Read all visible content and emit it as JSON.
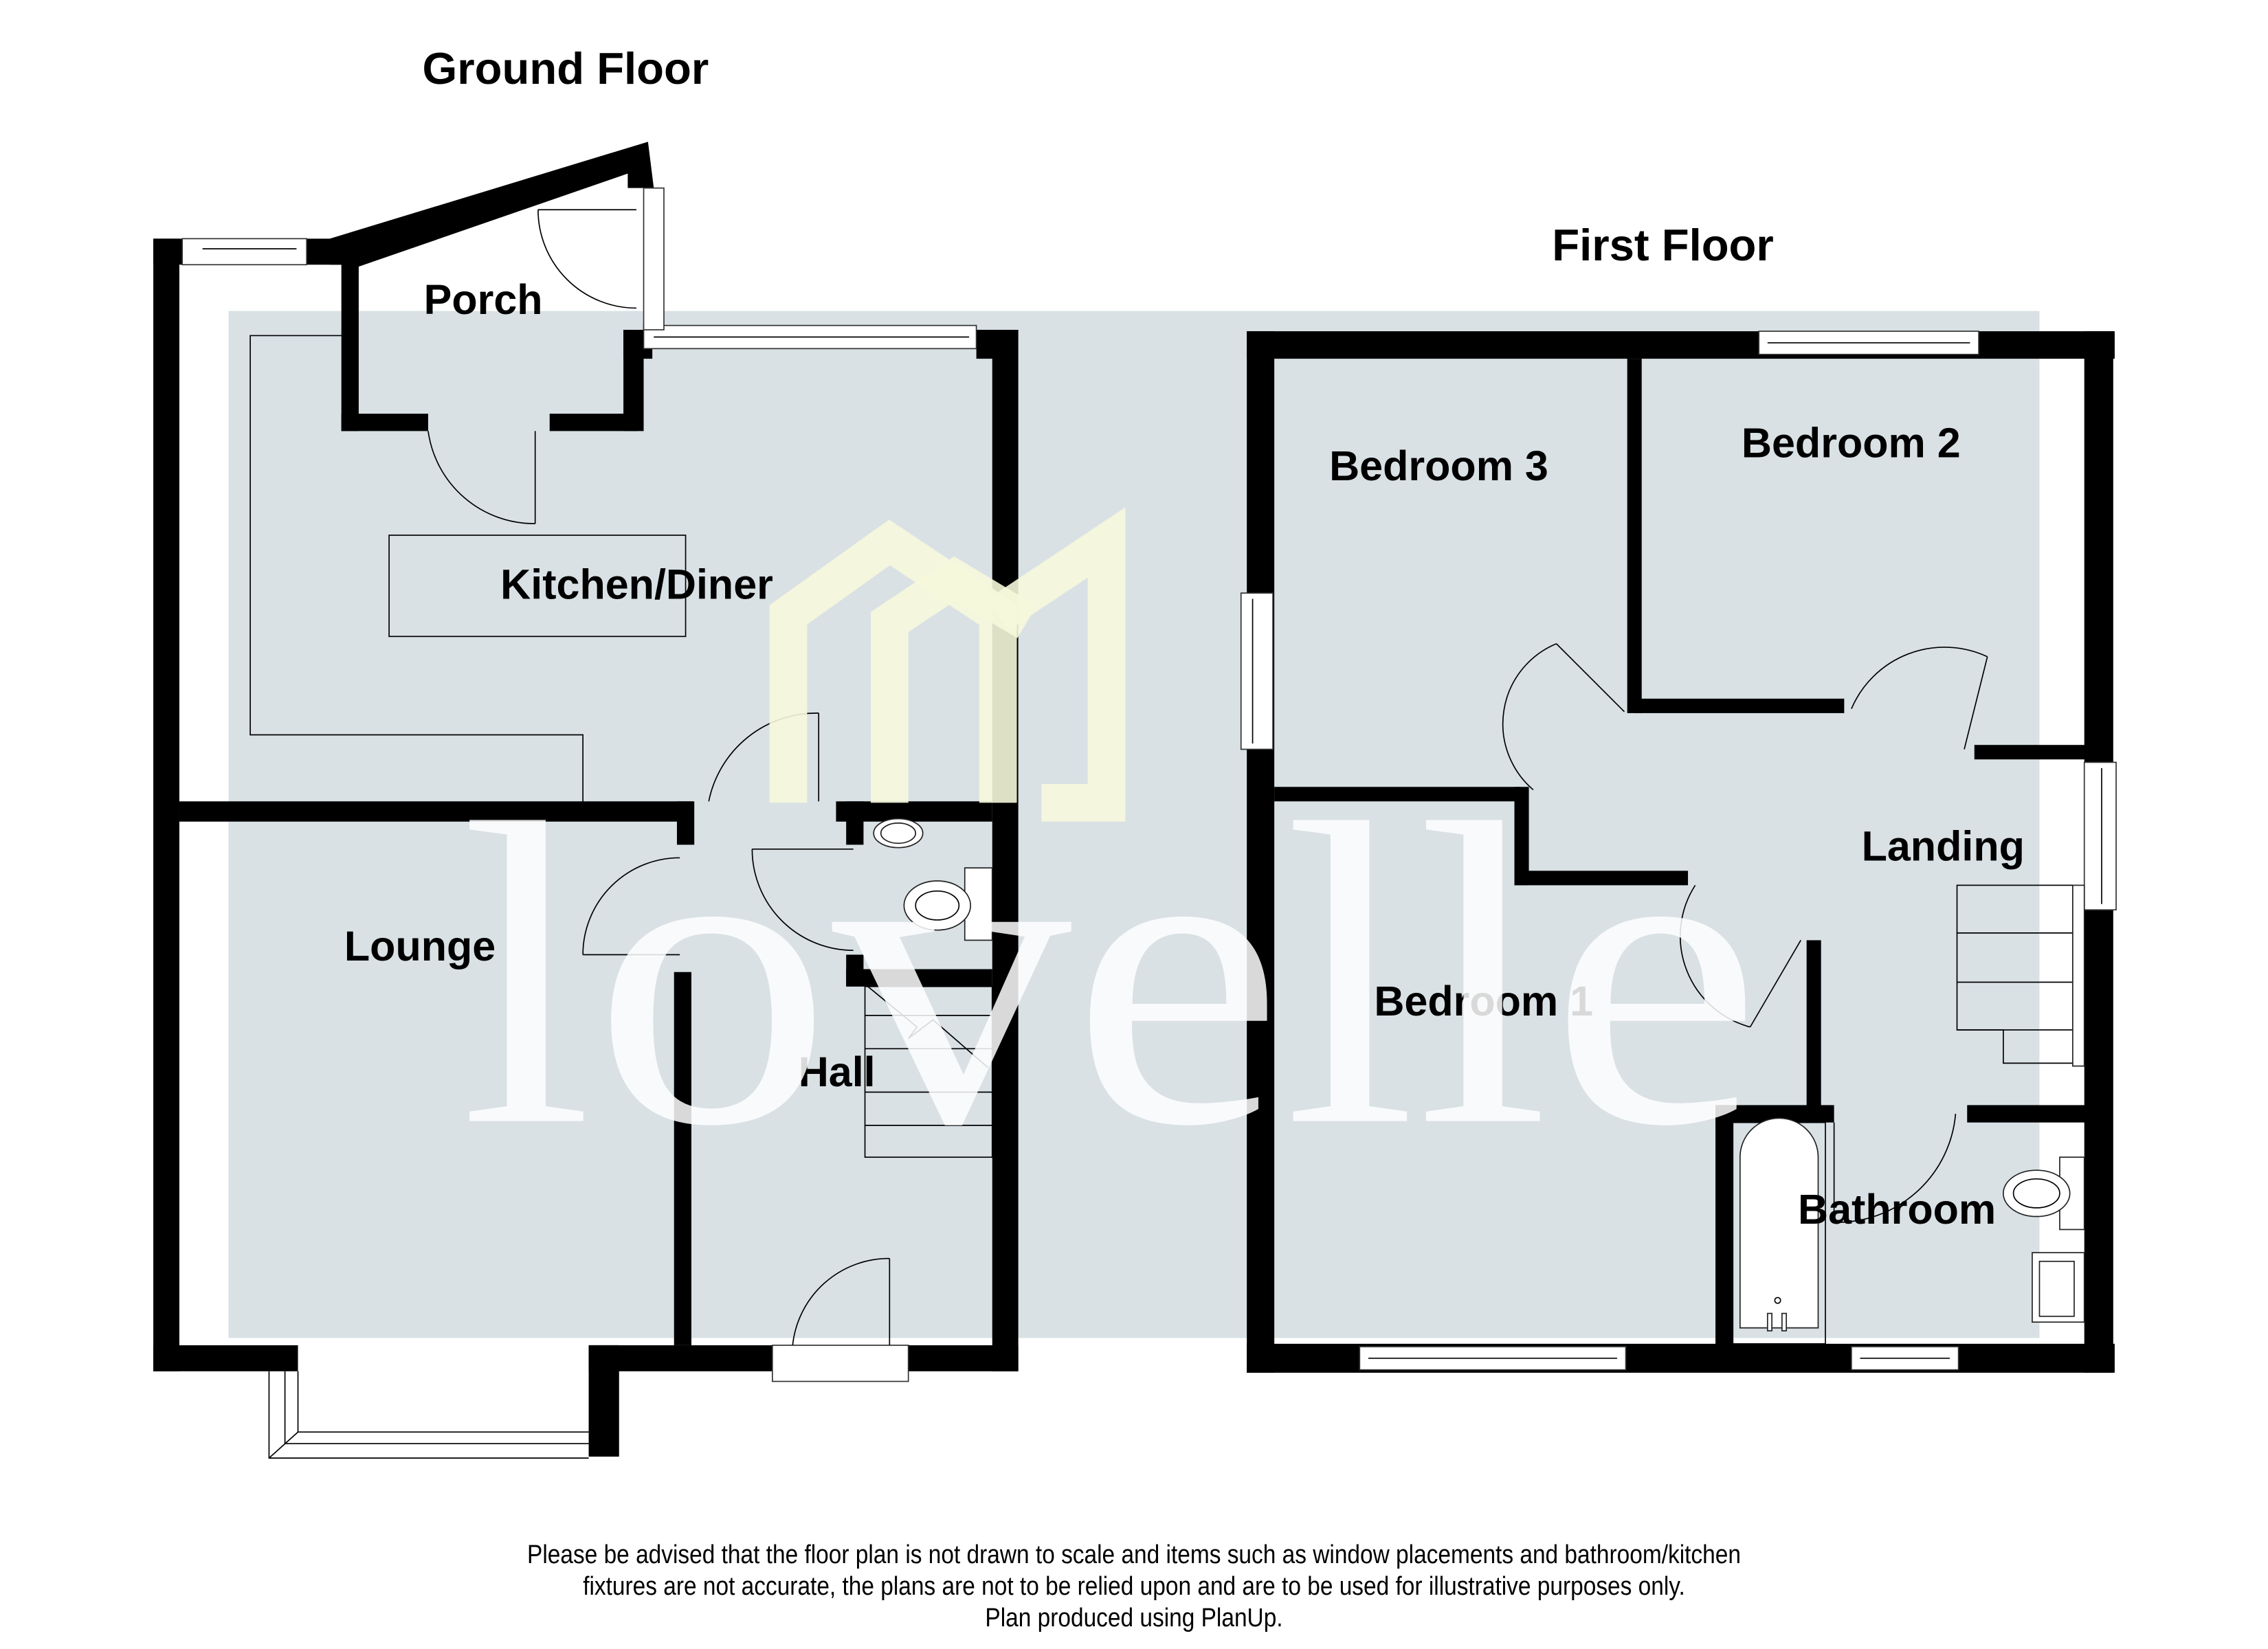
{
  "floors": [
    {
      "title": "Ground Floor",
      "rooms": [
        "Porch",
        "Kitchen/Diner",
        "Lounge",
        "Hall"
      ]
    },
    {
      "title": "First Floor",
      "rooms": [
        "Bedroom 3",
        "Bedroom 2",
        "Landing",
        "Bedroom 1",
        "Bathroom"
      ]
    }
  ],
  "watermark": {
    "text": "lovelle",
    "logo": "house-logo-icon"
  },
  "colors": {
    "walls": "#000000",
    "room_fill": "#d9e1e5",
    "watermark_logo": "#f6f8dc",
    "background": "#ffffff"
  },
  "disclaimer": {
    "line1": "Please be advised that the floor plan is not drawn to scale and items such as window placements and bathroom/kitchen",
    "line2": "fixtures are not accurate, the plans are not to be relied upon and are to be used for illustrative purposes only.",
    "line3": "Plan produced using PlanUp."
  }
}
